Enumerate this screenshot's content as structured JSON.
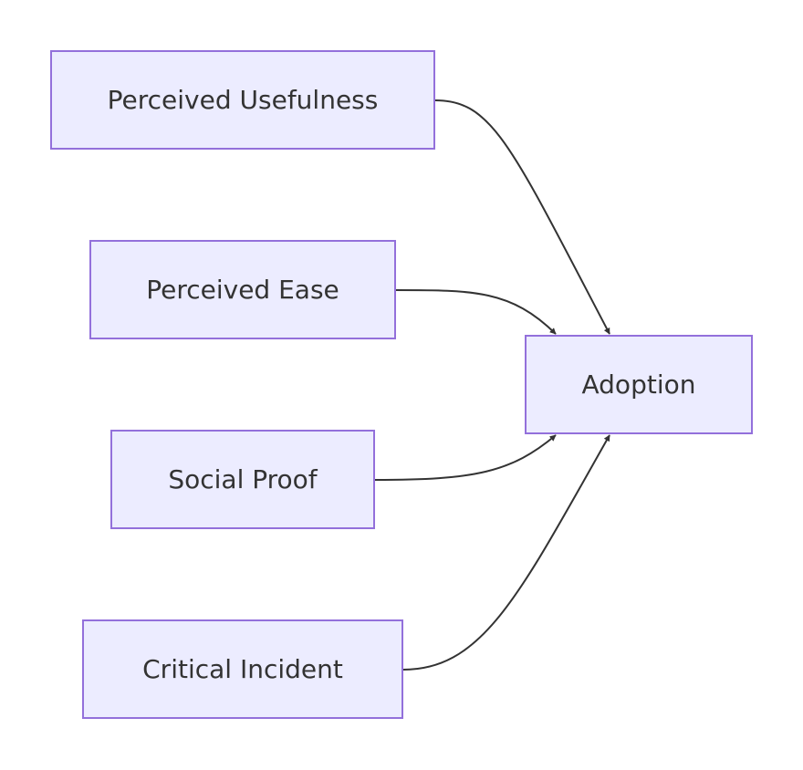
{
  "diagram": {
    "type": "flowchart",
    "direction": "LR",
    "colors": {
      "node_fill": "#ececff",
      "node_border": "#9370db",
      "edge": "#333333",
      "text": "#333333"
    },
    "nodes": [
      {
        "id": "usefulness",
        "label": "Perceived Usefulness"
      },
      {
        "id": "ease",
        "label": "Perceived Ease"
      },
      {
        "id": "social",
        "label": "Social Proof"
      },
      {
        "id": "incident",
        "label": "Critical Incident"
      },
      {
        "id": "adoption",
        "label": "Adoption"
      }
    ],
    "edges": [
      {
        "from": "usefulness",
        "to": "adoption"
      },
      {
        "from": "ease",
        "to": "adoption"
      },
      {
        "from": "social",
        "to": "adoption"
      },
      {
        "from": "incident",
        "to": "adoption"
      }
    ]
  }
}
